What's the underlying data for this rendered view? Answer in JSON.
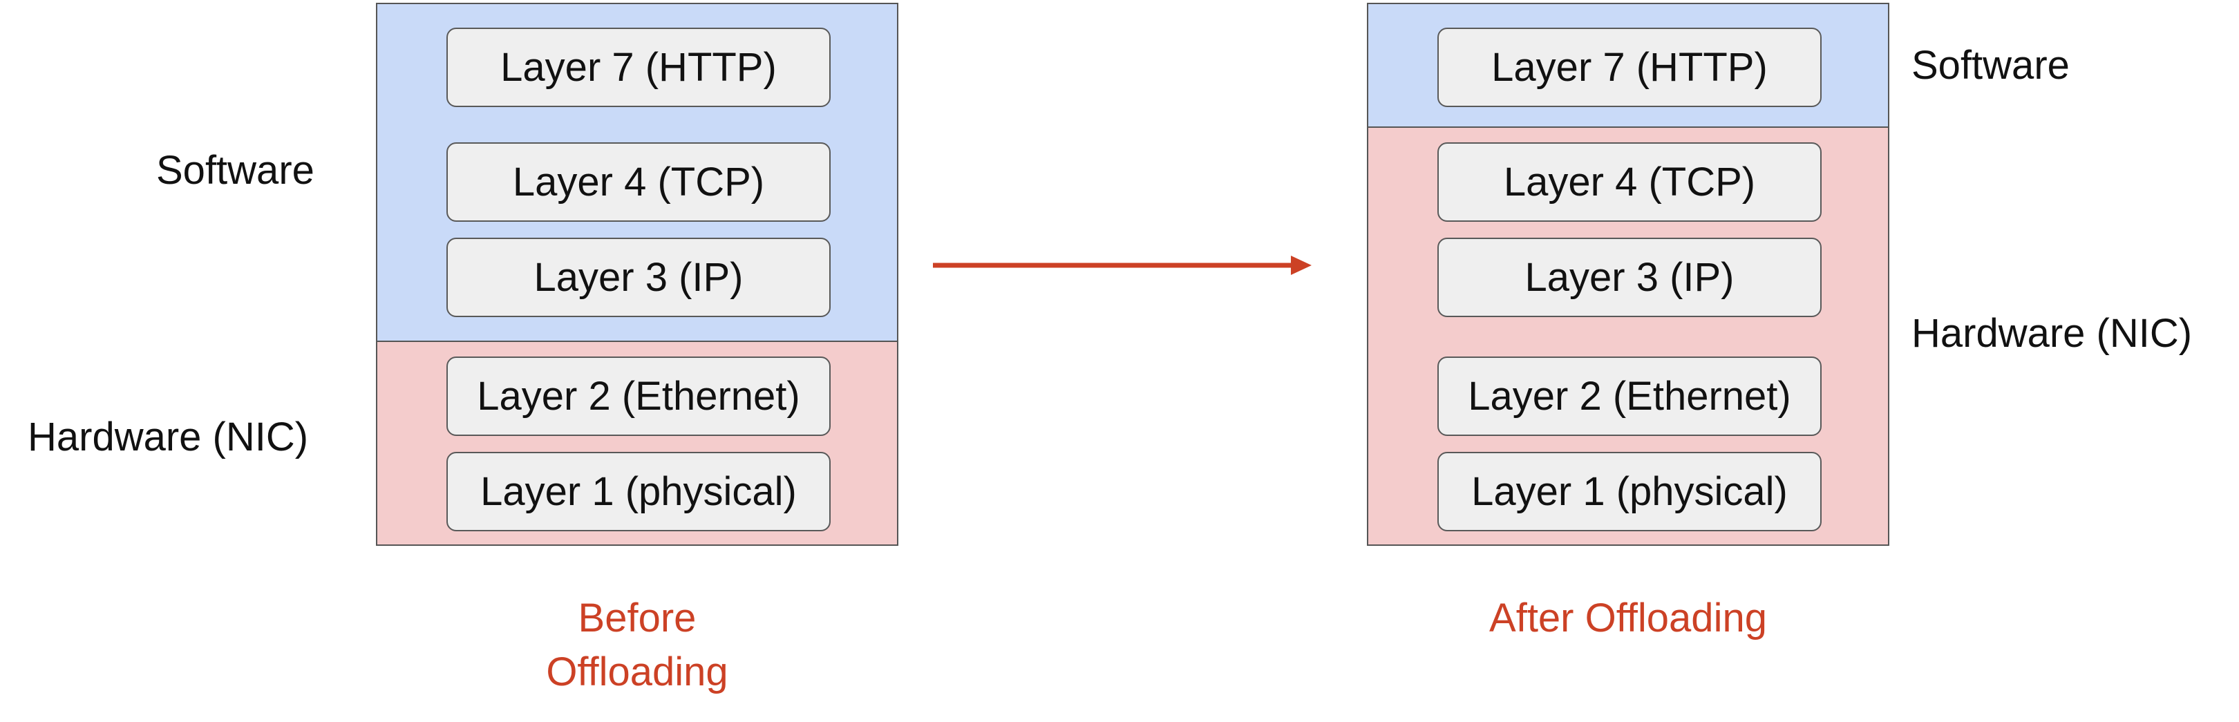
{
  "before": {
    "side_labels": {
      "software": "Software",
      "hardware": "Hardware (NIC)"
    },
    "layers": [
      "Layer 7 (HTTP)",
      "Layer 4 (TCP)",
      "Layer 3 (IP)",
      "Layer 2 (Ethernet)",
      "Layer 1 (physical)"
    ],
    "caption_line1": "Before",
    "caption_line2": "Offloading"
  },
  "after": {
    "side_labels": {
      "software": "Software",
      "hardware": "Hardware (NIC)"
    },
    "layers": [
      "Layer 7 (HTTP)",
      "Layer 4 (TCP)",
      "Layer 3 (IP)",
      "Layer 2 (Ethernet)",
      "Layer 1 (physical)"
    ],
    "caption": "After Offloading"
  },
  "colors": {
    "software": "#c9daf8",
    "hardware": "#f4cccc",
    "layer_box": "#efefef",
    "arrow": "#cc4125",
    "caption": "#cc4125"
  }
}
